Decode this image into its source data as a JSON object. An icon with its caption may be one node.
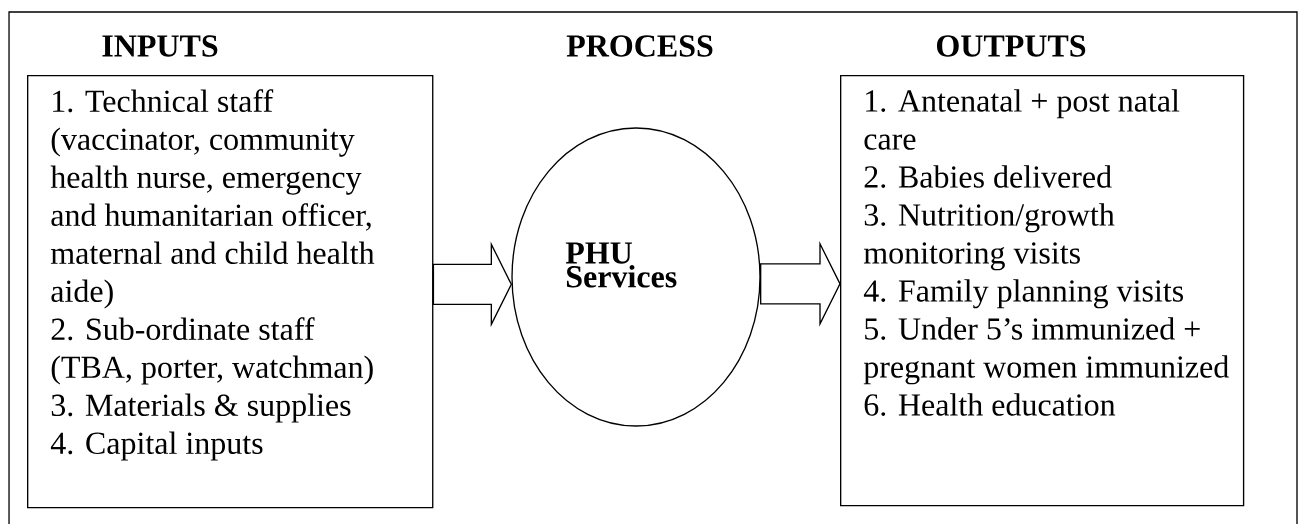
{
  "diagram": {
    "nodes": [
      {
        "text": [
          "INPUTS",
          "1. Technical staff (vaccinator, community health nurse, emergency and humanitarian officer, maternal and child health aide)",
          "2. Sub-ordinate staff (TBA, porter, watchman)",
          "3. Materials & supplies",
          "4. Capital inputs"
        ]
      },
      {
        "text": [
          "PROCESS",
          "PHU Services"
        ]
      },
      {
        "text": [
          "OUTPUTS",
          "1. Antenatal + post natal care",
          "2. Babies delivered",
          "3. Nutrition/growth monitoring visits",
          "4. Family planning visits",
          "5. Under 5’s immunized + pregnant women immunized",
          "6. Health education"
        ]
      }
    ],
    "edges": [
      {
        "from": 0,
        "to": 1,
        "arrow": "to"
      },
      {
        "from": 1,
        "to": 2,
        "arrow": "to"
      }
    ]
  }
}
